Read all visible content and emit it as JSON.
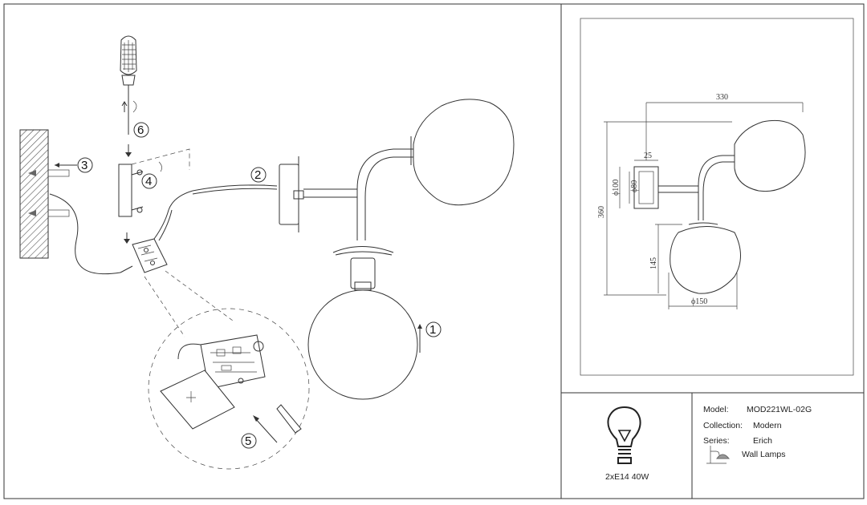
{
  "steps": [
    "1",
    "2",
    "3",
    "4",
    "5",
    "6"
  ],
  "dimensions": {
    "width": "330",
    "depth": "25",
    "height": "360",
    "base_outer": "ϕ100",
    "base_inner": "ϕ80",
    "shade_height": "145",
    "shade_diameter": "ϕ150"
  },
  "bulb": {
    "spec": "2xE14 40W",
    "icon": "light-bulb-icon"
  },
  "product": {
    "model_label": "Model:",
    "model_value": "MOD221WL-02G",
    "collection_label": "Collection:",
    "collection_value": "Modern",
    "series_label": "Series:",
    "series_value": "Erich",
    "type_icon": "wall-lamp-icon",
    "type_value": "Wall Lamps"
  }
}
